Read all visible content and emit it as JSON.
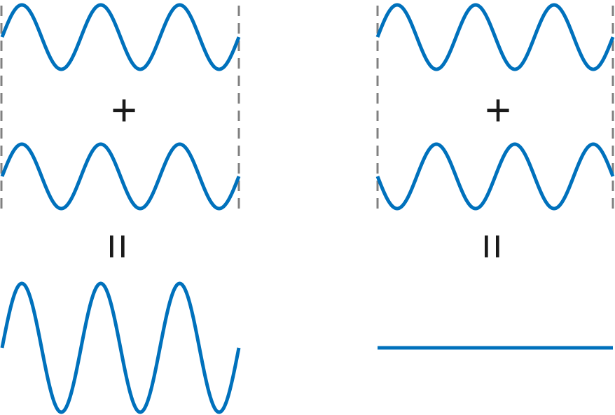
{
  "colors": {
    "wave": "#0071bc",
    "guide": "#808080",
    "symbol": "#1a1a1a"
  },
  "panels": [
    {
      "id": "constructive",
      "operator": "+",
      "equals": "=",
      "input_waves": [
        {
          "amplitude": 1,
          "cycles": 3,
          "phase": 0
        },
        {
          "amplitude": 1,
          "cycles": 3,
          "phase": 0
        }
      ],
      "result_wave": {
        "amplitude": 2,
        "cycles": 3,
        "phase": 0
      }
    },
    {
      "id": "destructive",
      "operator": "+",
      "equals": "=",
      "input_waves": [
        {
          "amplitude": 1,
          "cycles": 3,
          "phase": 0
        },
        {
          "amplitude": 1,
          "cycles": 3,
          "phase": 0.5
        }
      ],
      "result_wave": {
        "amplitude": 0,
        "cycles": 3,
        "phase": 0
      }
    }
  ]
}
